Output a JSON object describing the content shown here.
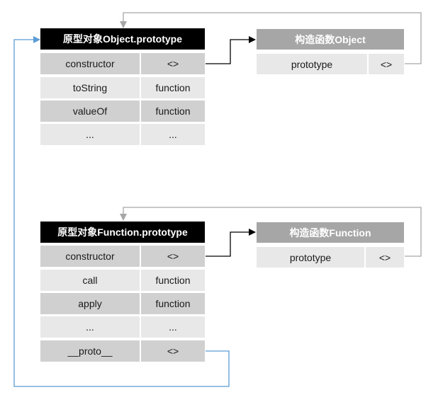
{
  "top": {
    "proto_object": {
      "title": "原型对象Object.prototype",
      "rows": [
        {
          "key": "constructor",
          "value": "<>"
        },
        {
          "key": "toString",
          "value": "function"
        },
        {
          "key": "valueOf",
          "value": "function"
        },
        {
          "key": "...",
          "value": "..."
        }
      ]
    },
    "ctor_object": {
      "title": "构造函数Object",
      "rows": [
        {
          "key": "prototype",
          "value": "<>"
        }
      ]
    }
  },
  "bottom": {
    "proto_function": {
      "title": "原型对象Function.prototype",
      "rows": [
        {
          "key": "constructor",
          "value": "<>"
        },
        {
          "key": "call",
          "value": "function"
        },
        {
          "key": "apply",
          "value": "function"
        },
        {
          "key": "...",
          "value": "..."
        },
        {
          "key": "__proto__",
          "value": "<>"
        }
      ]
    },
    "ctor_function": {
      "title": "构造函数Function",
      "rows": [
        {
          "key": "prototype",
          "value": "<>"
        }
      ]
    }
  },
  "colors": {
    "header_black": "#000000",
    "header_gray": "#a6a6a6",
    "row_dark": "#d0d0d0",
    "row_light": "#e8e8e8",
    "connector_black": "#000000",
    "connector_gray": "#a6a6a6",
    "connector_blue": "#5b9bd5"
  }
}
